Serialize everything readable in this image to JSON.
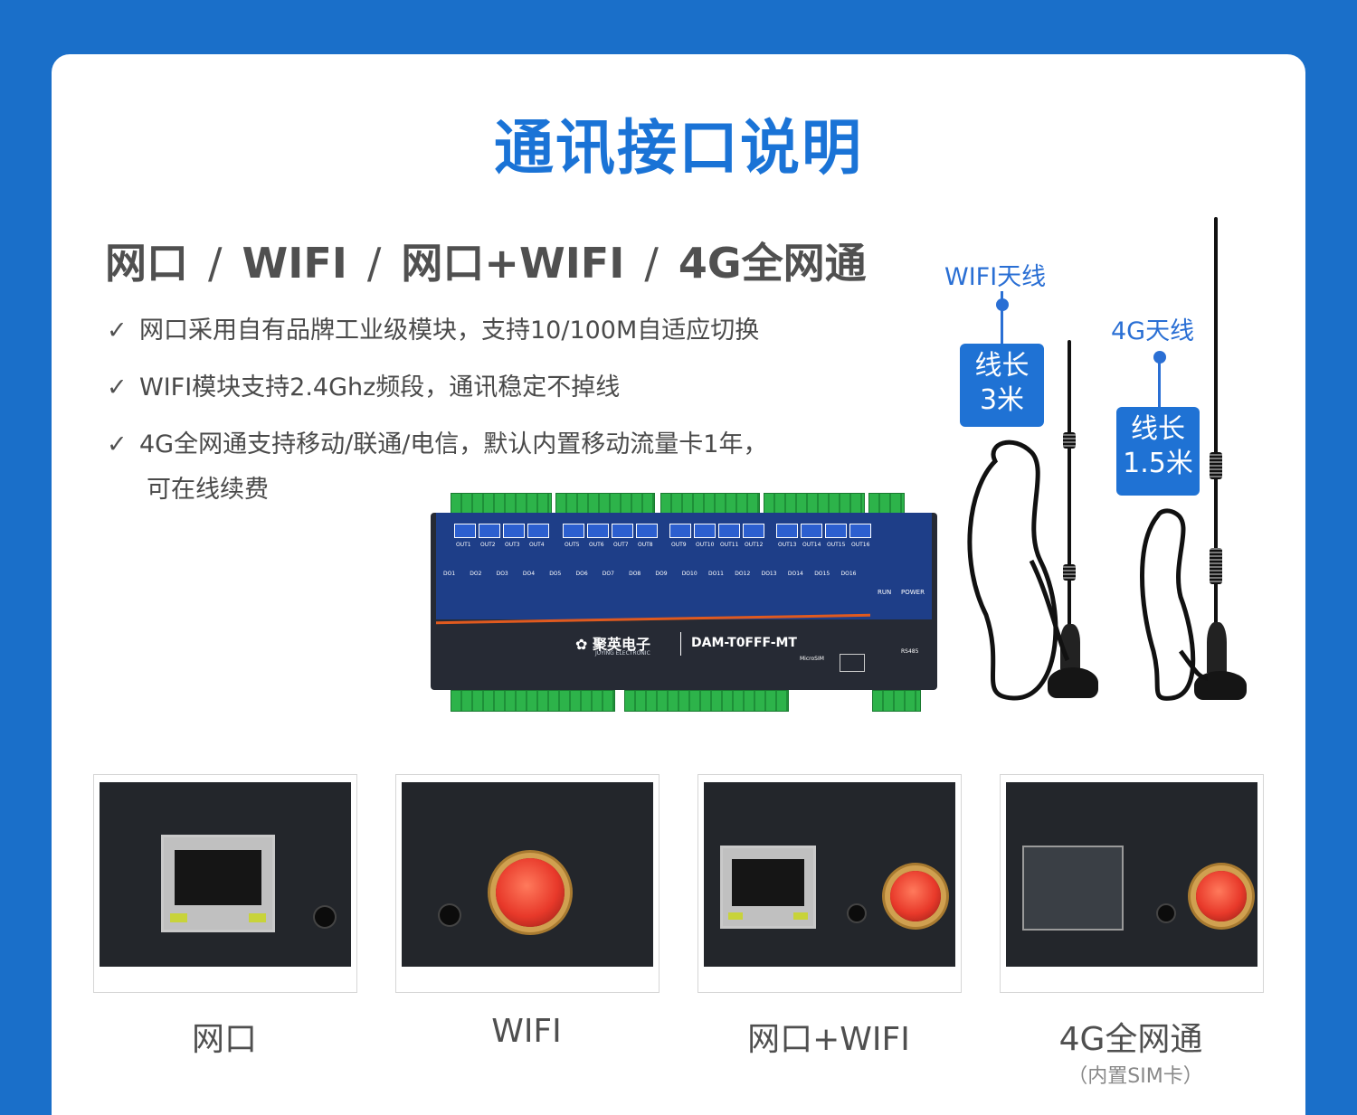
{
  "title": "通讯接口说明",
  "subtitle": {
    "items": [
      "网口",
      "WIFI",
      "网口+WIFI",
      "4G全网通"
    ],
    "separator": "/"
  },
  "features": [
    {
      "check": "✓",
      "text": "网口采用自有品牌工业级模块，支持10/100M自适应切换"
    },
    {
      "check": "✓",
      "text": "WIFI模块支持2.4Ghz频段，通讯稳定不掉线"
    },
    {
      "check": "✓",
      "text": "4G全网通支持移动/联通/电信，默认内置移动流量卡1年，",
      "cont": "可在线续费"
    }
  ],
  "device": {
    "brand": "聚英电子",
    "brand_en": "JUYING ELECTRONIC",
    "model": "DAM-T0FFF-MT",
    "out_labels": [
      "OUT1",
      "OUT2",
      "OUT3",
      "OUT4",
      "OUT5",
      "OUT6",
      "OUT7",
      "OUT8",
      "OUT9",
      "OUT10",
      "OUT11",
      "OUT12",
      "OUT13",
      "OUT14",
      "OUT15",
      "OUT16"
    ],
    "do_labels": [
      "DO1",
      "DO2",
      "DO3",
      "DO4",
      "DO5",
      "DO6",
      "DO7",
      "DO8",
      "DO9",
      "DO10",
      "DO11",
      "DO12",
      "DO13",
      "DO14",
      "DO15",
      "DO16"
    ],
    "run": "RUN",
    "power": "POWER",
    "microsim": "MicroSIM",
    "rs485": "RS485"
  },
  "antennas": {
    "wifi": {
      "label": "WIFI天线",
      "box_line1": "线长",
      "box_line2": "3米"
    },
    "g4": {
      "label": "4G天线",
      "box_line1": "线长",
      "box_line2": "1.5米"
    }
  },
  "thumbs": [
    {
      "caption": "网口",
      "sub": ""
    },
    {
      "caption": "WIFI",
      "sub": ""
    },
    {
      "caption": "网口+WIFI",
      "sub": ""
    },
    {
      "caption": "4G全网通",
      "sub": "（内置SIM卡）"
    }
  ]
}
